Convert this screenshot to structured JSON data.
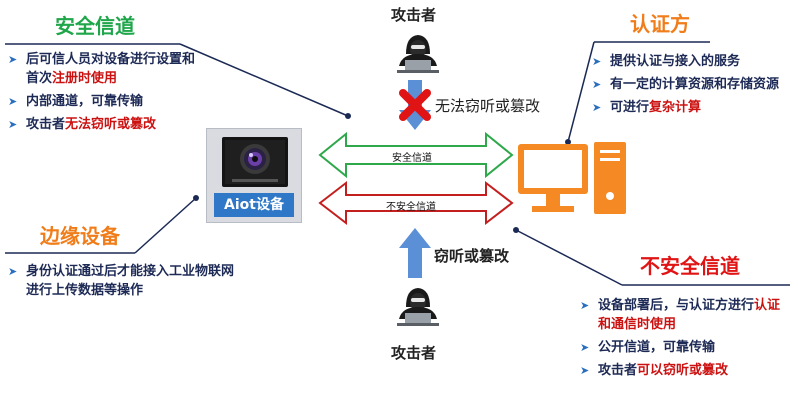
{
  "secure_channel": {
    "title": "安全信道",
    "bullets": [
      {
        "parts": [
          {
            "t": "后可信人员对设备进行设置和首次",
            "hl": false
          },
          {
            "t": "注册时使用",
            "hl": true
          }
        ]
      },
      {
        "parts": [
          {
            "t": "内部通道，可靠传输",
            "hl": false
          }
        ]
      },
      {
        "parts": [
          {
            "t": "攻击者",
            "hl": false
          },
          {
            "t": "无法窃听或篡改",
            "hl": true
          }
        ]
      }
    ]
  },
  "edge_device": {
    "title": "边缘设备",
    "bullets": [
      {
        "parts": [
          {
            "t": "身份认证通过后才能接入工业物联网进行上传数据等操作",
            "hl": false
          }
        ]
      }
    ]
  },
  "authenticator": {
    "title": "认证方",
    "bullets": [
      {
        "parts": [
          {
            "t": "提供认证与接入的服务",
            "hl": false
          }
        ]
      },
      {
        "parts": [
          {
            "t": "有一定的计算资源和存储资源",
            "hl": false
          }
        ]
      },
      {
        "parts": [
          {
            "t": "可进行",
            "hl": false
          },
          {
            "t": "复杂计算",
            "hl": true
          }
        ]
      }
    ]
  },
  "insecure_channel": {
    "title": "不安全信道",
    "bullets": [
      {
        "parts": [
          {
            "t": "设备部署后，与认证方进行",
            "hl": false
          },
          {
            "t": "认证和通信时使用",
            "hl": true
          }
        ]
      },
      {
        "parts": [
          {
            "t": "公开信道，可靠传输",
            "hl": false
          }
        ]
      },
      {
        "parts": [
          {
            "t": "攻击者",
            "hl": false
          },
          {
            "t": "可以窃听或篡改",
            "hl": true
          }
        ]
      }
    ]
  },
  "device_label": "Aiot设备",
  "attacker_top_label": "攻击者",
  "attacker_bottom_label": "攻击者",
  "blocked_note": "无法窃听或篡改",
  "attack_note": "窃听或篡改",
  "channel_secure_label": "安全信道",
  "channel_insecure_label": "不安全信道",
  "colors": {
    "green": "#1fa64a",
    "orange": "#f07d1a",
    "red": "#e01414",
    "blue_arrow": "#5b8fd6",
    "computer": "#f58a25"
  },
  "icons": [
    "hacker-icon",
    "camera-icon",
    "computer-icon",
    "blocked-x-icon",
    "double-arrow-icon"
  ]
}
